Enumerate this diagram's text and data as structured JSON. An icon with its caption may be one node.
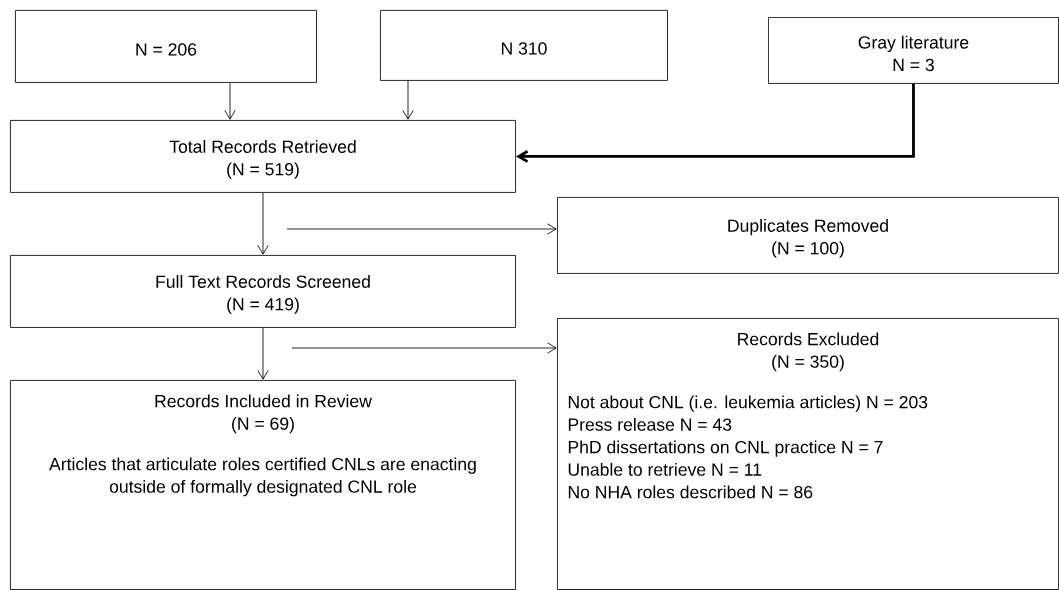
{
  "diagram": {
    "nodes": [
      {
        "text": [
          "N = 206"
        ]
      },
      {
        "text": [
          "N 310"
        ]
      },
      {
        "text": [
          "Gray literature",
          "N = 3"
        ]
      },
      {
        "text": [
          "Total Records Retrieved",
          "(N = 519)"
        ]
      },
      {
        "text": [
          "Duplicates Removed",
          "(N = 100)"
        ]
      },
      {
        "text": [
          "Full Text Records Screened",
          "(N = 419)"
        ]
      },
      {
        "text": [
          "Records Excluded",
          "(N = 350)",
          "Not about CNL (i.e. leukemia articles)  N = 203",
          "Press release N = 43",
          "PhD dissertations on CNL practice N = 7",
          "Unable to retrieve N = 11",
          "No NHA roles described N = 86"
        ]
      },
      {
        "text": [
          "Records Included in Review",
          "(N = 69)",
          "Articles that articulate roles certified CNLs are enacting outside of formally designated CNL role"
        ]
      }
    ],
    "edges": [
      {
        "from": 0,
        "to": 3,
        "arrow": "to"
      },
      {
        "from": 1,
        "to": 3,
        "arrow": "to"
      },
      {
        "from": 2,
        "to": 3,
        "arrow": "to",
        "style": "thick"
      },
      {
        "from": 3,
        "to": 5,
        "arrow": "to"
      },
      {
        "from": null,
        "to": 4,
        "arrow": "to"
      },
      {
        "from": 5,
        "to": 7,
        "arrow": "to"
      },
      {
        "from": null,
        "to": 6,
        "arrow": "to"
      }
    ]
  }
}
